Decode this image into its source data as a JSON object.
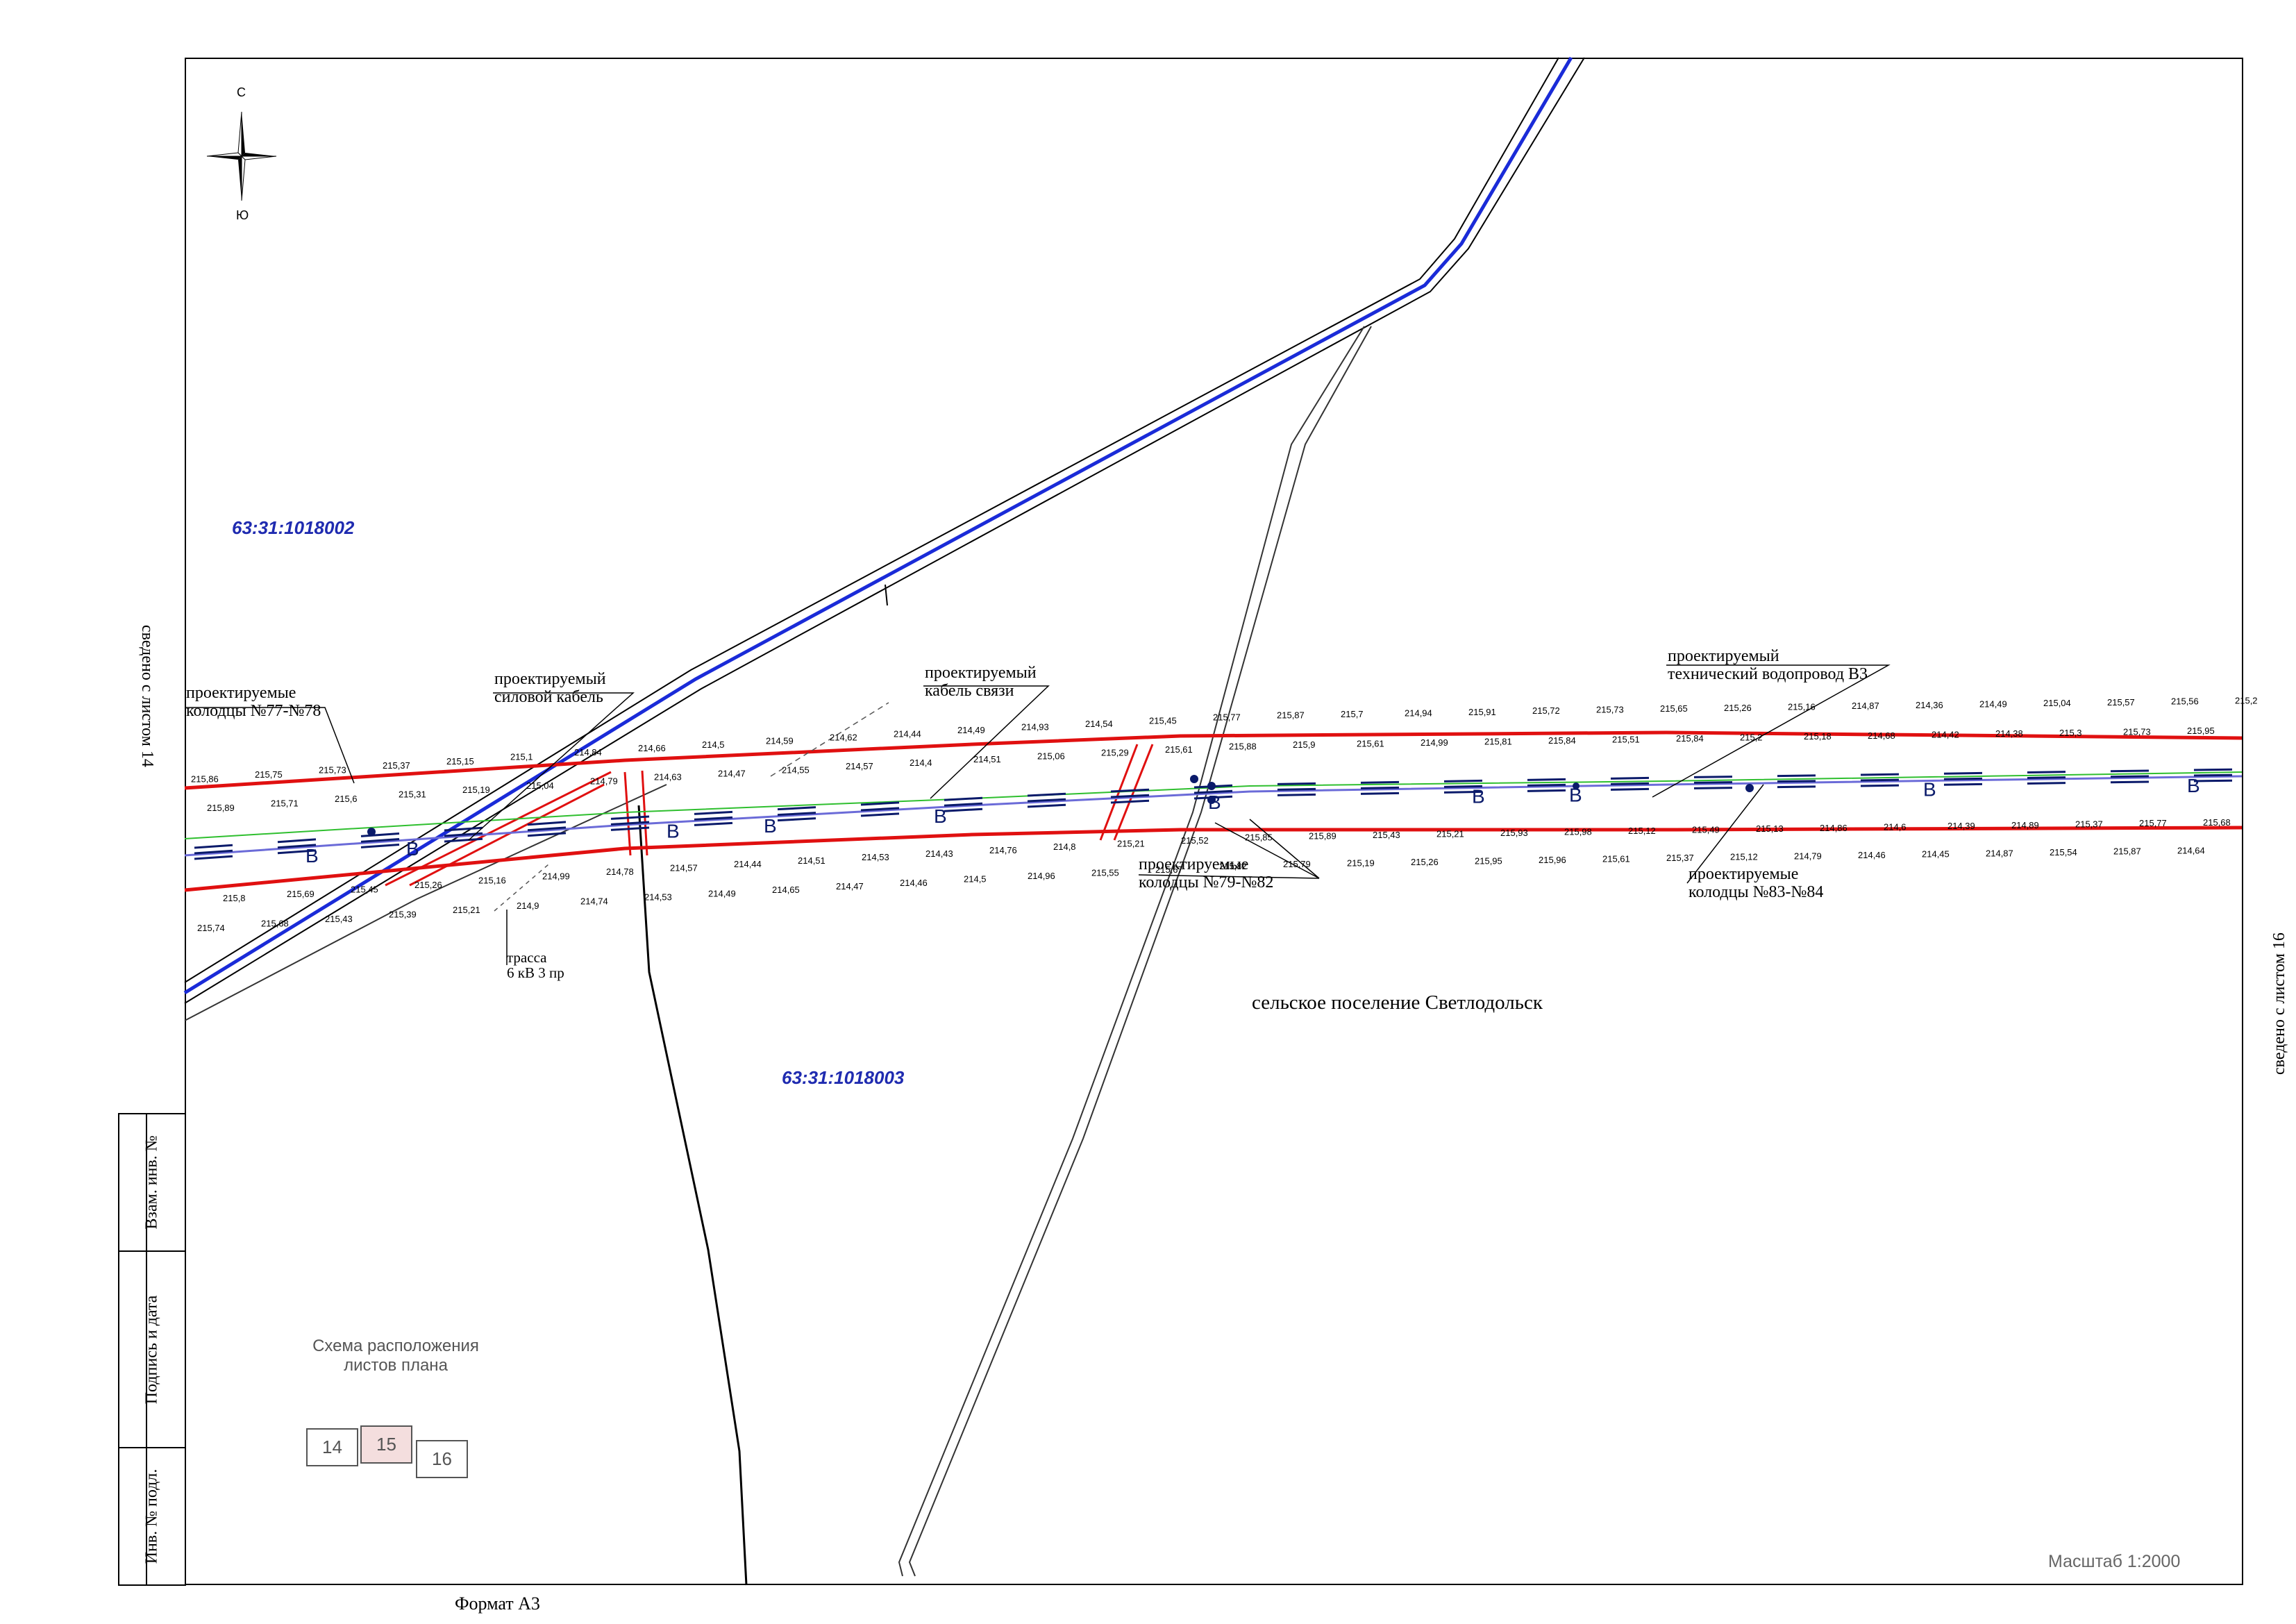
{
  "parcels": {
    "north": "63:31:1018002",
    "south": "63:31:1018003"
  },
  "compass": {
    "north": "С",
    "south": "Ю"
  },
  "labels": {
    "wells_77_78": [
      "проектируемые",
      "колодцы №77-№78"
    ],
    "power_cable": [
      "проектируемый",
      "силовой кабель"
    ],
    "comm_cable": [
      "проектируемый",
      "кабель связи"
    ],
    "water_main": [
      "проектируемый",
      "технический водопровод В3"
    ],
    "wells_79_82": [
      "проектируемые",
      "колодцы №79-№82"
    ],
    "wells_83_84": [
      "проектируемые",
      "колодцы №83-№84"
    ],
    "route": [
      "трасса",
      "6 кВ 3 пр"
    ],
    "settlement": "сельское поселение Светлодольск"
  },
  "margins": {
    "left": "сведено с листом 14",
    "right": "сведено с листом 16"
  },
  "stamp": {
    "vzam": "Взам. инв. №",
    "podpis": "Подпись и дата",
    "inv": "Инв. № подл."
  },
  "scheme": {
    "title": [
      "Схема расположения",
      "листов плана"
    ],
    "sheets": [
      "14",
      "15",
      "16"
    ]
  },
  "scale": "Масштаб 1:2000",
  "format": "Формат А3",
  "pipe_letter": "В",
  "elevations": [
    "215,86",
    "215,89",
    "215,8",
    "215,74",
    "215,75",
    "215,71",
    "215,69",
    "215,68",
    "215,73",
    "215,6",
    "215,45",
    "215,43",
    "215,37",
    "215,31",
    "215,26",
    "215,39",
    "215,15",
    "215,19",
    "215,16",
    "215,21",
    "215,1",
    "215,04",
    "214,99",
    "214,9",
    "214,84",
    "214,79",
    "214,78",
    "214,74",
    "214,66",
    "214,63",
    "214,57",
    "214,53",
    "214,5",
    "214,47",
    "214,44",
    "214,49",
    "214,59",
    "214,55",
    "214,51",
    "214,65",
    "214,62",
    "214,57",
    "214,53",
    "214,47",
    "214,44",
    "214,4",
    "214,43",
    "214,46",
    "214,49",
    "214,51",
    "214,76",
    "214,5",
    "214,93",
    "215,06",
    "214,8",
    "214,96",
    "214,54",
    "215,29",
    "215,21",
    "215,55",
    "215,45",
    "215,61",
    "215,52",
    "215,67",
    "215,77",
    "215,88",
    "215,85",
    "215,82",
    "215,87",
    "215,9",
    "215,89",
    "215,79",
    "215,7",
    "215,61",
    "215,43",
    "215,19",
    "214,94",
    "214,99",
    "215,21",
    "215,26",
    "215,91",
    "215,81",
    "215,93",
    "215,95",
    "215,72",
    "215,84",
    "215,98",
    "215,96",
    "215,73",
    "215,51",
    "215,12",
    "215,61",
    "215,65",
    "215,84",
    "215,49",
    "215,37",
    "215,26",
    "215,2",
    "215,13",
    "215,12",
    "215,16",
    "215,18",
    "214,86",
    "214,79",
    "214,87",
    "214,68",
    "214,6",
    "214,46",
    "214,36",
    "214,42",
    "214,39",
    "214,45",
    "214,49",
    "214,38",
    "214,89",
    "214,87",
    "215,04",
    "215,3",
    "215,37",
    "215,54",
    "215,57",
    "215,73",
    "215,77",
    "215,87",
    "215,56",
    "215,95",
    "215,68",
    "214,64",
    "215,2"
  ]
}
